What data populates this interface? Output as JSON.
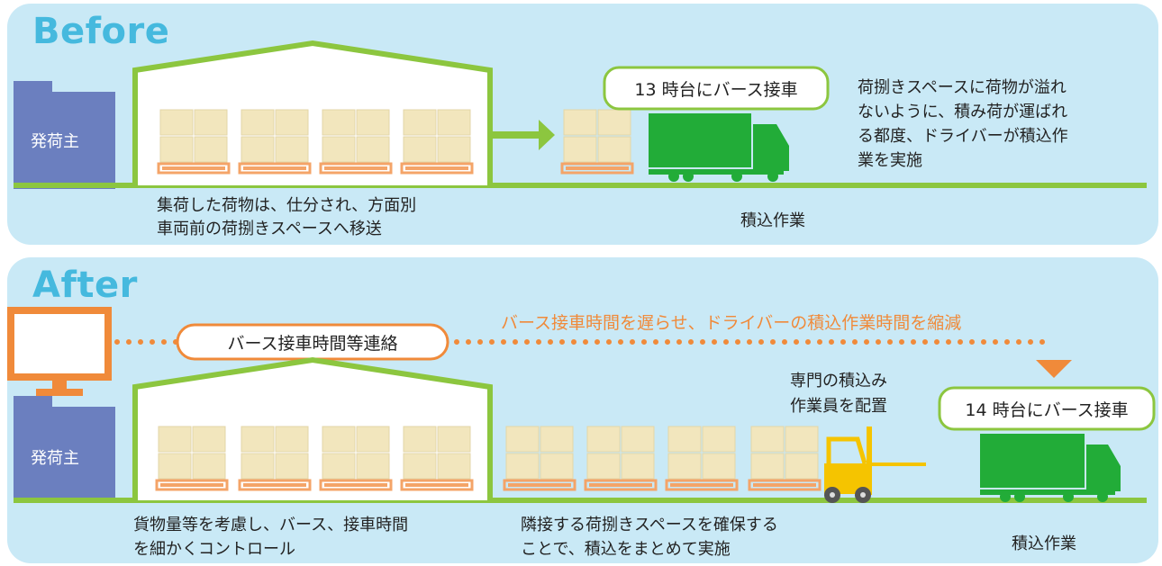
{
  "before": {
    "title": "Before",
    "shipper_label": "発荷主",
    "bubble": "13 時台にバース接車",
    "note_lines": [
      "荷捌きスペースに荷物が溢れ",
      "ないように、積み荷が運ばれ",
      "る都度、ドライバーが積込作",
      "業を実施"
    ],
    "caption_lines": [
      "集荷した荷物は、仕分され、方面別",
      "車両前の荷捌きスペースへ移送"
    ],
    "loading_label": "積込作業"
  },
  "after": {
    "title": "After",
    "shipper_label": "発荷主",
    "contact_pill": "バース接車時間等連絡",
    "orange_message": "バース接車時間を遅らせ、ドライバーの積込作業時間を縮減",
    "bubble": "14 時台にバース接車",
    "staff_lines": [
      "専門の積込み",
      "作業員を配置"
    ],
    "caption1_lines": [
      "貨物量等を考慮し、バース、接車時間",
      "を細かくコントロール"
    ],
    "caption2_lines": [
      "隣接する荷捌きスペースを確保する",
      "ことで、積込をまとめて実施"
    ],
    "loading_label": "積込作業"
  },
  "colors": {
    "panel": "#c9e9f6",
    "title": "#45b9de",
    "green": "#8cc63f",
    "truck": "#22ac38",
    "box": "#f2e6bd",
    "pallet": "#f4a468",
    "building": "#6b7fbf",
    "orange": "#f08a3a",
    "forklift": "#f5c400"
  }
}
